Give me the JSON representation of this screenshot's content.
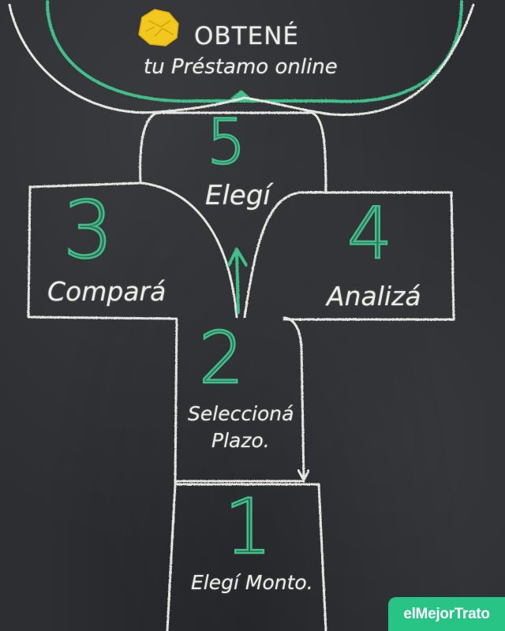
{
  "colors": {
    "board": "#2c2e32",
    "chalk": "#ecece6",
    "accent": "#3fbf8a",
    "note": "#f3c81e",
    "badge": "#28c486"
  },
  "goal": {
    "title": "OBTENÉ",
    "subtitle": "tu Préstamo online",
    "icon": "crumpled-paper-icon"
  },
  "steps": [
    {
      "number": "1",
      "label_lines": [
        "Elegí Monto."
      ]
    },
    {
      "number": "2",
      "label_lines": [
        "Seleccioná",
        "Plazo."
      ]
    },
    {
      "number": "3",
      "label_lines": [
        "Compará"
      ]
    },
    {
      "number": "4",
      "label_lines": [
        "Analizá"
      ]
    },
    {
      "number": "5",
      "label_lines": [
        "Elegí"
      ]
    }
  ],
  "brand": {
    "name": "elMejorTrato"
  }
}
